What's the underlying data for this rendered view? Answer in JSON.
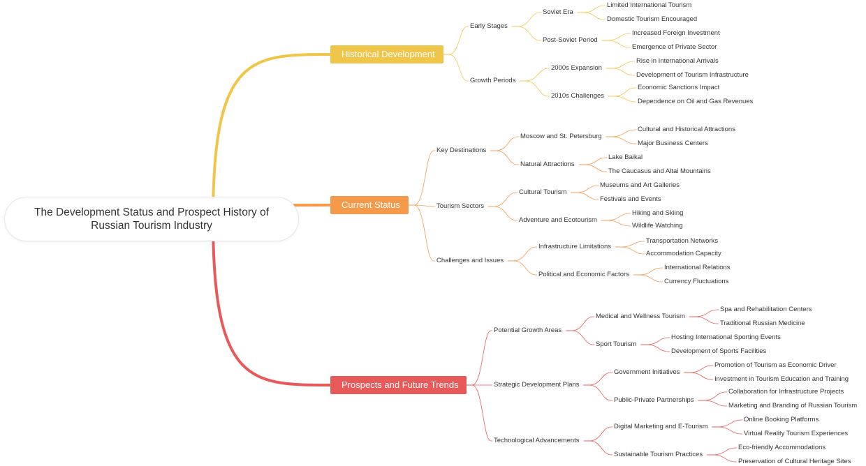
{
  "root": {
    "title_line1": "The Development Status and Prospect History of",
    "title_line2": "Russian Tourism Industry"
  },
  "colors": {
    "historical": "#f0c64a",
    "current": "#f59a4a",
    "prospects": "#e8595a"
  },
  "branches": [
    {
      "label": "Historical Development",
      "children": [
        {
          "label": "Early Stages",
          "children": [
            {
              "label": "Soviet Era",
              "children": [
                "Limited International Tourism",
                "Domestic Tourism Encouraged"
              ]
            },
            {
              "label": "Post-Soviet Period",
              "children": [
                "Increased Foreign Investment",
                "Emergence of Private Sector"
              ]
            }
          ]
        },
        {
          "label": "Growth Periods",
          "children": [
            {
              "label": "2000s Expansion",
              "children": [
                "Rise in International Arrivals",
                "Development of Tourism Infrastructure"
              ]
            },
            {
              "label": "2010s Challenges",
              "children": [
                "Economic Sanctions Impact",
                "Dependence on Oil and Gas Revenues"
              ]
            }
          ]
        }
      ]
    },
    {
      "label": "Current Status",
      "children": [
        {
          "label": "Key Destinations",
          "children": [
            {
              "label": "Moscow and St. Petersburg",
              "children": [
                "Cultural and Historical Attractions",
                "Major Business Centers"
              ]
            },
            {
              "label": "Natural Attractions",
              "children": [
                "Lake Baikal",
                "The Caucasus and Altai Mountains"
              ]
            }
          ]
        },
        {
          "label": "Tourism Sectors",
          "children": [
            {
              "label": "Cultural Tourism",
              "children": [
                "Museums and Art Galleries",
                "Festivals and Events"
              ]
            },
            {
              "label": "Adventure and Ecotourism",
              "children": [
                "Hiking and Skiing",
                "Wildlife Watching"
              ]
            }
          ]
        },
        {
          "label": "Challenges and Issues",
          "children": [
            {
              "label": "Infrastructure Limitations",
              "children": [
                "Transportation Networks",
                "Accommodation Capacity"
              ]
            },
            {
              "label": "Political and Economic Factors",
              "children": [
                "International Relations",
                "Currency Fluctuations"
              ]
            }
          ]
        }
      ]
    },
    {
      "label": "Prospects and Future Trends",
      "children": [
        {
          "label": "Potential Growth Areas",
          "children": [
            {
              "label": "Medical and Wellness Tourism",
              "children": [
                "Spa and Rehabilitation Centers",
                "Traditional Russian Medicine"
              ]
            },
            {
              "label": "Sport Tourism",
              "children": [
                "Hosting International Sporting Events",
                "Development of Sports Facilities"
              ]
            }
          ]
        },
        {
          "label": "Strategic Development Plans",
          "children": [
            {
              "label": "Government Initiatives",
              "children": [
                "Promotion of Tourism as Economic Driver",
                "Investment in Tourism Education and Training"
              ]
            },
            {
              "label": "Public-Private Partnerships",
              "children": [
                "Collaboration for Infrastructure Projects",
                "Marketing and Branding of Russian Tourism"
              ]
            }
          ]
        },
        {
          "label": "Technological Advancements",
          "children": [
            {
              "label": "Digital Marketing and E-Tourism",
              "children": [
                "Online Booking Platforms",
                "Virtual Reality Tourism Experiences"
              ]
            },
            {
              "label": "Sustainable Tourism Practices",
              "children": [
                "Eco-friendly Accommodations",
                "Preservation of Cultural Heritage Sites"
              ]
            }
          ]
        }
      ]
    }
  ]
}
